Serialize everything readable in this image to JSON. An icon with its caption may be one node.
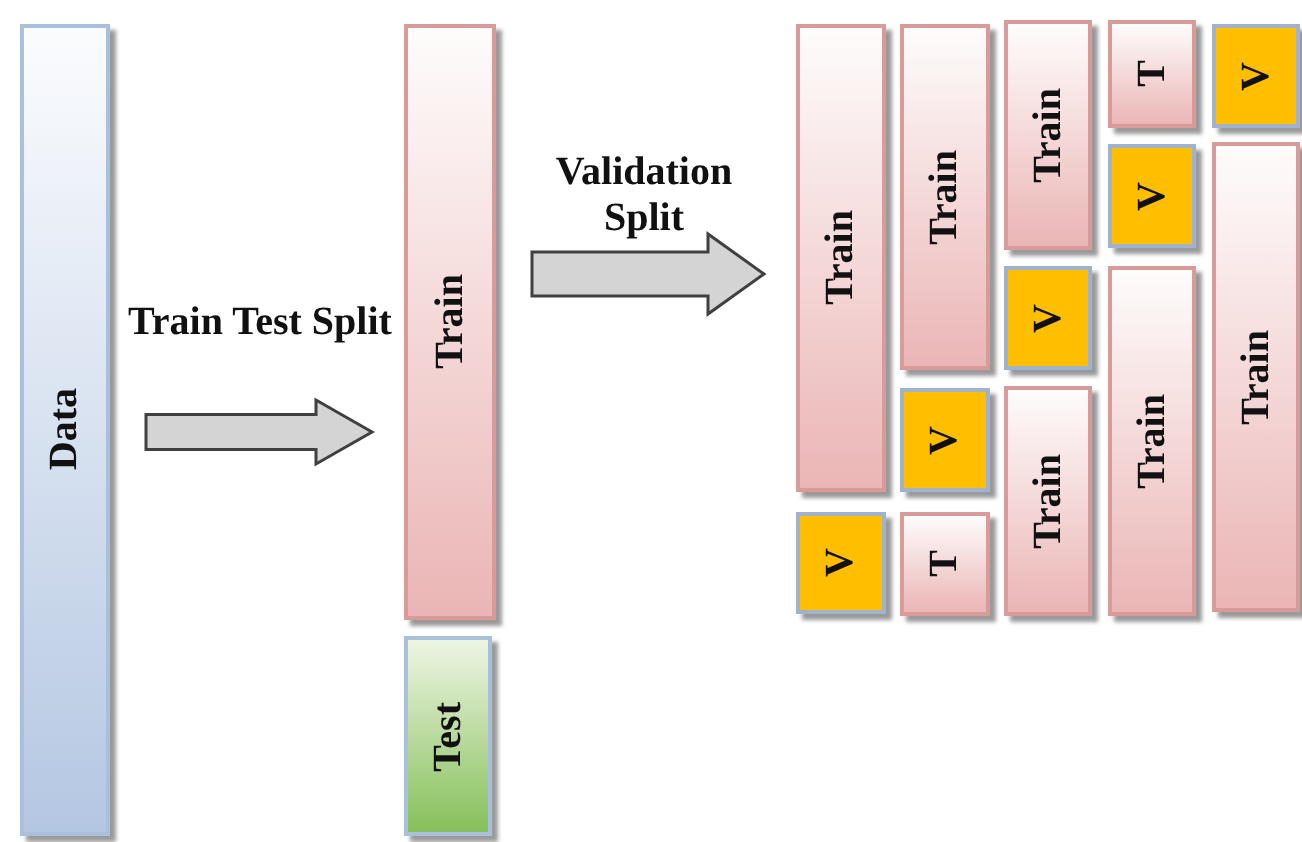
{
  "diagram": {
    "nodes": [
      {
        "text": [
          "Data"
        ]
      },
      {
        "text": [
          "Train"
        ]
      },
      {
        "text": [
          "Test"
        ]
      },
      {
        "text": [
          "Train"
        ]
      },
      {
        "text": [
          "V"
        ]
      },
      {
        "text": [
          "Train"
        ]
      },
      {
        "text": [
          "V"
        ]
      },
      {
        "text": [
          "T"
        ]
      },
      {
        "text": [
          "Train"
        ]
      },
      {
        "text": [
          "V"
        ]
      },
      {
        "text": [
          "Train"
        ]
      },
      {
        "text": [
          "T"
        ]
      },
      {
        "text": [
          "V"
        ]
      },
      {
        "text": [
          "Train"
        ]
      },
      {
        "text": [
          "V"
        ]
      },
      {
        "text": [
          "Train"
        ]
      }
    ],
    "edges": [
      {
        "from": 0,
        "to": 1,
        "arrow": "to",
        "label": "Train Test Split"
      },
      {
        "from": 1,
        "to": 3,
        "arrow": "to",
        "label": "Validation Split"
      }
    ]
  }
}
